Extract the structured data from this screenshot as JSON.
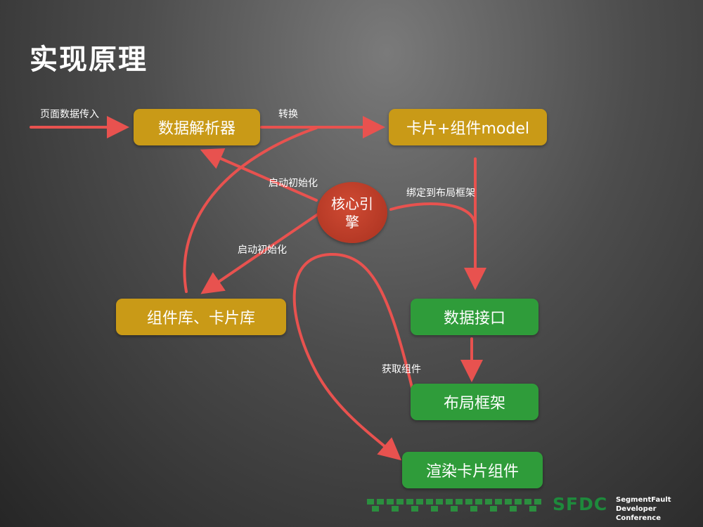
{
  "title": "实现原理",
  "nodes": {
    "parser": "数据解析器",
    "card_model": "卡片+组件model",
    "engine": "核心引擎",
    "library": "组件库、卡片库",
    "data_interface": "数据接口",
    "layout_frame": "布局框架",
    "render": "渲染卡片组件"
  },
  "edge_labels": {
    "input": "页面数据传入",
    "convert": "转换",
    "init_top": "启动初始化",
    "bind": "绑定到布局框架",
    "init_bottom": "启动初始化",
    "get_component": "获取组件"
  },
  "footer": {
    "logo": "SFDC",
    "conference_line1": "SegmentFault",
    "conference_line2": "Developer Conference",
    "brand_color": "#1e8a3c"
  },
  "colors": {
    "gold_node": "#c99a17",
    "green_node": "#2f9c3a",
    "engine_node": "#b8392a",
    "arrow": "#e8524f"
  }
}
